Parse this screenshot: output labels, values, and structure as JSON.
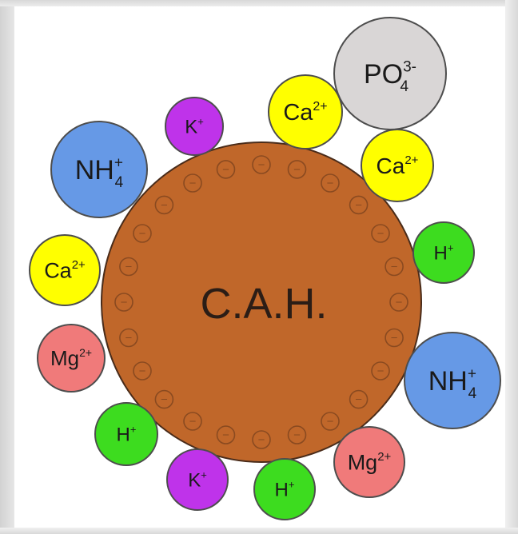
{
  "center": {
    "label": "C.A.H.",
    "fill": "#c0672a",
    "stroke": "#4a2c1a"
  },
  "charge_symbol": "−",
  "charge_count": 24,
  "ion_colors": {
    "ca": "#ffff00",
    "k": "#bf33ea",
    "nh": "#6699e6",
    "h": "#3ddc1f",
    "mg": "#f07a7a",
    "po": "#d9d6d6",
    "stroke": "#4d4d4d"
  },
  "ions": [
    {
      "id": "ion-nh4-upper-left",
      "base": "NH",
      "sub": "4",
      "sup": "+",
      "color": "nh"
    },
    {
      "id": "ion-k-top",
      "base": "K",
      "sub": "",
      "sup": "+",
      "color": "k"
    },
    {
      "id": "ion-ca-top",
      "base": "Ca",
      "sub": "",
      "sup": "2+",
      "color": "ca"
    },
    {
      "id": "ion-po4",
      "base": "PO",
      "sub": "4",
      "sup": "3-",
      "color": "po"
    },
    {
      "id": "ion-ca-right",
      "base": "Ca",
      "sub": "",
      "sup": "2+",
      "color": "ca"
    },
    {
      "id": "ion-h-right",
      "base": "H",
      "sub": "",
      "sup": "+",
      "color": "h"
    },
    {
      "id": "ion-ca-left",
      "base": "Ca",
      "sub": "",
      "sup": "2+",
      "color": "ca"
    },
    {
      "id": "ion-mg-left",
      "base": "Mg",
      "sub": "",
      "sup": "2+",
      "color": "mg"
    },
    {
      "id": "ion-nh4-right",
      "base": "NH",
      "sub": "4",
      "sup": "+",
      "color": "nh"
    },
    {
      "id": "ion-h-lower-left",
      "base": "H",
      "sub": "",
      "sup": "+",
      "color": "h"
    },
    {
      "id": "ion-k-bottom",
      "base": "K",
      "sub": "",
      "sup": "+",
      "color": "k"
    },
    {
      "id": "ion-h-bottom",
      "base": "H",
      "sub": "",
      "sup": "+",
      "color": "h"
    },
    {
      "id": "ion-mg-lower-right",
      "base": "Mg",
      "sub": "",
      "sup": "2+",
      "color": "mg"
    }
  ]
}
